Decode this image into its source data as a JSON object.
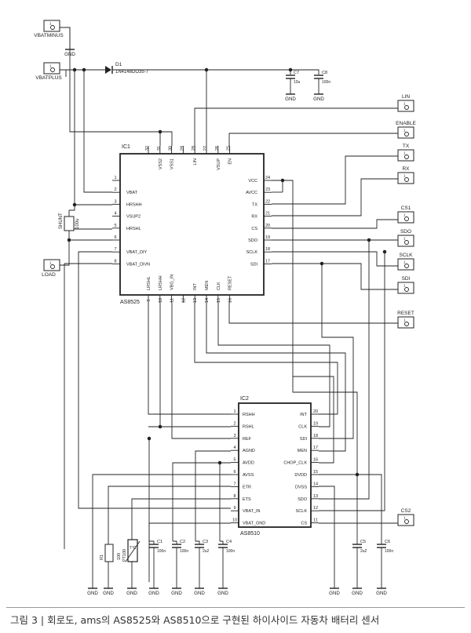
{
  "ic1": {
    "ref": "IC1",
    "part": "AS8525",
    "left_pins": [
      {
        "num": "1",
        "name": ""
      },
      {
        "num": "2",
        "name": "VBAT"
      },
      {
        "num": "3",
        "name": "HRSHH"
      },
      {
        "num": "4",
        "name": "VSUP2"
      },
      {
        "num": "5",
        "name": "HRSHL"
      },
      {
        "num": "6",
        "name": ""
      },
      {
        "num": "7",
        "name": "VBAT_DIY"
      },
      {
        "num": "8",
        "name": "VBAT_DIVN"
      }
    ],
    "right_pins": [
      {
        "num": "24",
        "name": "VCC"
      },
      {
        "num": "23",
        "name": "AVCC"
      },
      {
        "num": "22",
        "name": "TX"
      },
      {
        "num": "21",
        "name": "RX"
      },
      {
        "num": "20",
        "name": "CS"
      },
      {
        "num": "19",
        "name": "SDO"
      },
      {
        "num": "18",
        "name": "SCLK"
      },
      {
        "num": "17",
        "name": "SDI"
      }
    ],
    "top_pins": [
      {
        "num": "32",
        "name": ""
      },
      {
        "num": "31",
        "name": "VSS2"
      },
      {
        "num": "30",
        "name": "VSS1"
      },
      {
        "num": "29",
        "name": ""
      },
      {
        "num": "28",
        "name": "LIN"
      },
      {
        "num": "27",
        "name": ""
      },
      {
        "num": "26",
        "name": "VSUP"
      },
      {
        "num": "25",
        "name": "EN"
      }
    ],
    "bottom_pins": [
      {
        "num": "9",
        "name": "LRSHL"
      },
      {
        "num": "10",
        "name": "LRSHH"
      },
      {
        "num": "11",
        "name": "VBG_IN"
      },
      {
        "num": "12",
        "name": ""
      },
      {
        "num": "13",
        "name": "INT"
      },
      {
        "num": "14",
        "name": "MEN"
      },
      {
        "num": "15",
        "name": "CLK"
      },
      {
        "num": "16",
        "name": "RESET"
      }
    ]
  },
  "ic2": {
    "ref": "IC2",
    "part": "AS8510",
    "left_pins": [
      {
        "num": "1",
        "name": "RSHH"
      },
      {
        "num": "2",
        "name": "RSHL"
      },
      {
        "num": "3",
        "name": "REF"
      },
      {
        "num": "4",
        "name": "AGND"
      },
      {
        "num": "5",
        "name": "AVDD"
      },
      {
        "num": "6",
        "name": "AVSS"
      },
      {
        "num": "7",
        "name": "ETR"
      },
      {
        "num": "8",
        "name": "ETS"
      },
      {
        "num": "9",
        "name": "VBAT_IN"
      },
      {
        "num": "10",
        "name": "VBAT_GND"
      }
    ],
    "right_pins": [
      {
        "num": "20",
        "name": "INT"
      },
      {
        "num": "19",
        "name": "CLK"
      },
      {
        "num": "18",
        "name": "SDI"
      },
      {
        "num": "17",
        "name": "MEN"
      },
      {
        "num": "16",
        "name": "CHOP_CLK"
      },
      {
        "num": "15",
        "name": "DVDD"
      },
      {
        "num": "14",
        "name": "DVSS"
      },
      {
        "num": "13",
        "name": "SDO"
      },
      {
        "num": "12",
        "name": "SCLK"
      },
      {
        "num": "11",
        "name": "CS"
      }
    ]
  },
  "connectors": {
    "vbatminus": "VBATMINUS",
    "vbatplus": "VBATPLUS",
    "load": "LOAD",
    "pin1": "1",
    "right": [
      "LIN",
      "ENABLE",
      "TX",
      "RX",
      "CS1",
      "SDO",
      "SCLK",
      "SDI",
      "RESET",
      "CS2"
    ]
  },
  "diode": {
    "ref": "D1",
    "part": "1N4148DO35-7"
  },
  "shunt": {
    "ref": "SHUNT",
    "value": "100u"
  },
  "caps_top": [
    {
      "ref": "C7",
      "value": "10u"
    },
    {
      "ref": "C8",
      "value": "100n"
    }
  ],
  "caps_bottom": [
    {
      "ref": "C1",
      "value": "100n"
    },
    {
      "ref": "C2",
      "value": "100n"
    },
    {
      "ref": "C3",
      "value": "2u2"
    },
    {
      "ref": "C4",
      "value": "100n"
    },
    {
      "ref": "C5",
      "value": "2u2"
    },
    {
      "ref": "C6",
      "value": "100n"
    }
  ],
  "r1": {
    "ref": "R1",
    "value": "100"
  },
  "pt100": {
    "ref": "PT100",
    "value": "T°C"
  },
  "gnd_label": "GND",
  "caption": "그림 3 | 회로도, ams의 AS8525와 AS8510으로 구현된 하이사이드 자동차 배터리 센서"
}
